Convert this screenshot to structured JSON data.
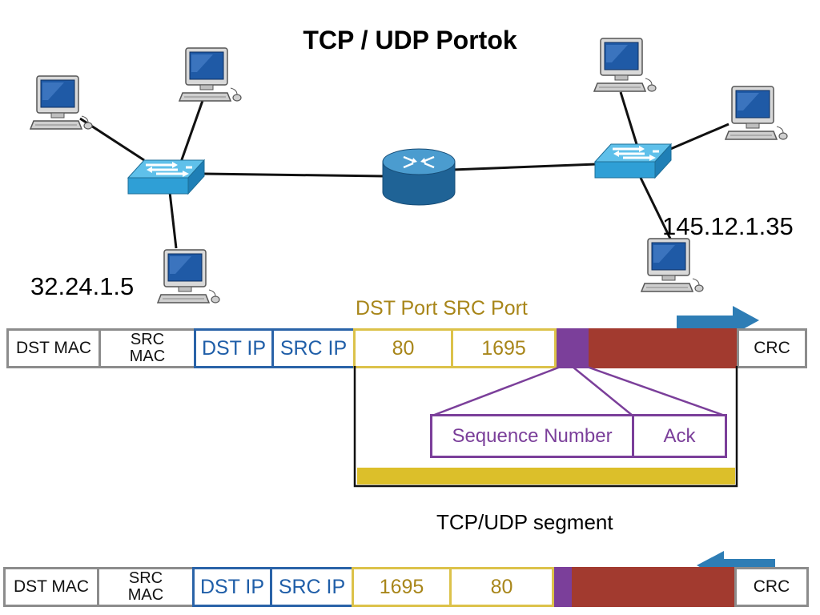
{
  "title": "TCP / UDP Portok",
  "hosts": {
    "source_ip": "32.24.1.5",
    "dest_ip": "145.12.1.35"
  },
  "port_header": "DST Port SRC Port",
  "frame_top": {
    "dst_mac": "DST MAC",
    "src_mac": "SRC\nMAC",
    "dst_ip": "DST IP",
    "src_ip": "SRC IP",
    "dst_port": "80",
    "src_port": "1695",
    "crc": "CRC"
  },
  "frame_bottom": {
    "dst_mac": "DST MAC",
    "src_mac": "SRC\nMAC",
    "dst_ip": "DST IP",
    "src_ip": "SRC IP",
    "dst_port": "1695",
    "src_port": "80",
    "crc": "CRC"
  },
  "tcp_fields": {
    "sequence": "Sequence Number",
    "ack": "Ack"
  },
  "segment_label": "TCP/UDP segment",
  "colors": {
    "mac_border": "#8c8c8c",
    "ip_border": "#2a63a8",
    "port_border": "#dcc24a",
    "seq_purple": "#7b3f9a",
    "payload_red": "#a23a2f",
    "segment_gold": "#dcbf2a",
    "arrow_blue": "#2e7db5",
    "switch_blue": "#2f9fd6",
    "router_blue": "#2e77a8"
  },
  "icons": [
    "computer-icon",
    "switch-icon",
    "router-icon",
    "arrow-right-icon",
    "arrow-left-icon"
  ]
}
